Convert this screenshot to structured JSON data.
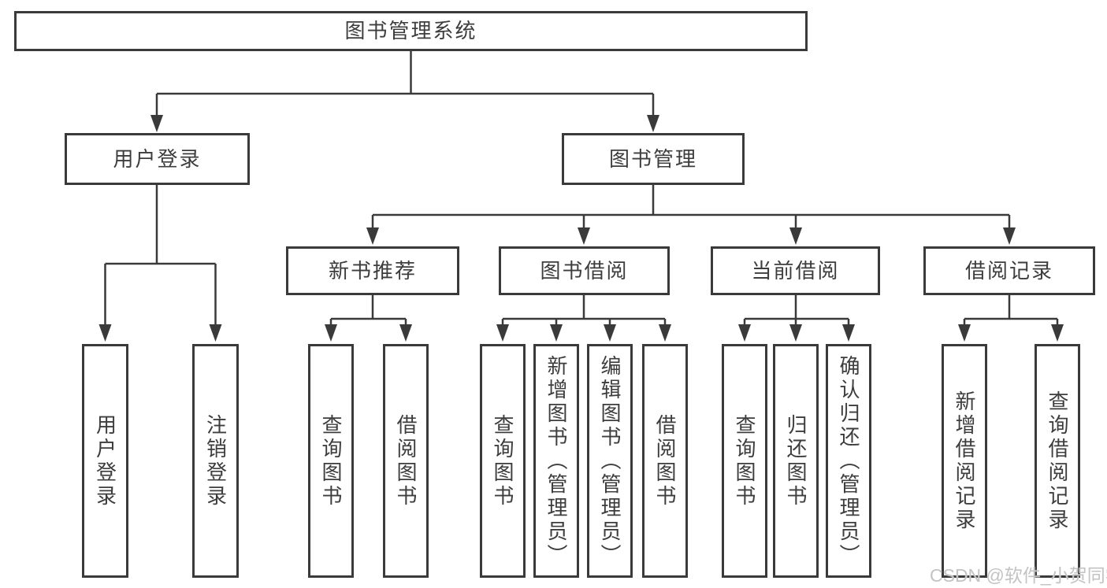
{
  "diagram": {
    "root": {
      "label": "图书管理系统"
    },
    "level2": [
      {
        "label": "用户登录"
      },
      {
        "label": "图书管理"
      }
    ],
    "level3": [
      {
        "label": "新书推荐",
        "parent": "图书管理"
      },
      {
        "label": "图书借阅",
        "parent": "图书管理"
      },
      {
        "label": "当前借阅",
        "parent": "图书管理"
      },
      {
        "label": "借阅记录",
        "parent": "图书管理"
      }
    ],
    "level4": [
      {
        "label": "用户登录",
        "parent": "用户登录"
      },
      {
        "label": "注销登录",
        "parent": "用户登录"
      },
      {
        "label": "查询图书",
        "parent": "新书推荐"
      },
      {
        "label": "借阅图书",
        "parent": "新书推荐"
      },
      {
        "label": "查询图书",
        "parent": "图书借阅"
      },
      {
        "label": "新增图书（管理员）",
        "parent": "图书借阅"
      },
      {
        "label": "编辑图书（管理员）",
        "parent": "图书借阅"
      },
      {
        "label": "借阅图书",
        "parent": "图书借阅"
      },
      {
        "label": "查询图书",
        "parent": "当前借阅"
      },
      {
        "label": "归还图书",
        "parent": "当前借阅"
      },
      {
        "label": "确认归还（管理员）",
        "parent": "当前借阅"
      },
      {
        "label": "新增借阅记录",
        "parent": "借阅记录"
      },
      {
        "label": "查询借阅记录",
        "parent": "借阅记录"
      }
    ],
    "colors": {
      "line": "#3a3a3a",
      "box_border": "#3a3a3a",
      "text": "#3d3d3d",
      "background": "#ffffff",
      "watermark": "#c3c3c3"
    },
    "watermark": "CSDN @软件_小贺同学"
  }
}
